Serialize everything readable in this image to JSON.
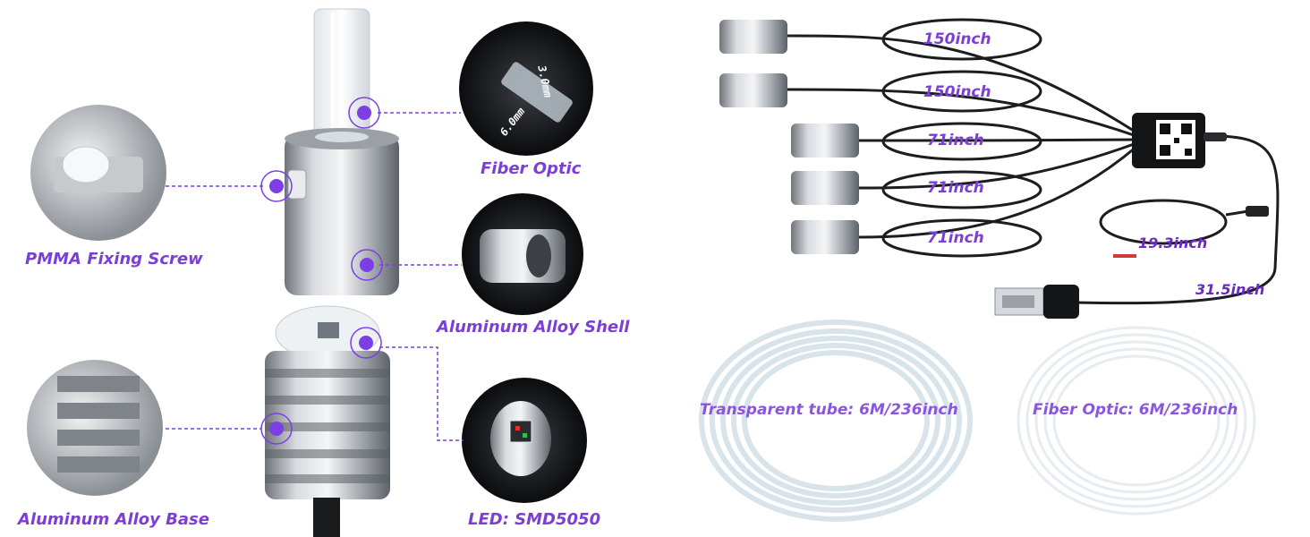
{
  "components": {
    "fiber_optic": "Fiber Optic",
    "pmma_screw": "PMMA Fixing Screw",
    "alloy_shell": "Aluminum Alloy Shell",
    "alloy_base": "Aluminum Alloy Base",
    "led": "LED: SMD5050",
    "dim_3mm": "3.0mm",
    "dim_6mm": "6.0mm"
  },
  "cables": {
    "c1": "150inch",
    "c2": "150inch",
    "c3": "71inch",
    "c4": "71inch",
    "c5": "71inch",
    "power_lead": "19.3inch",
    "usb_lead": "31.5inch"
  },
  "accessories": {
    "tube": "Transparent tube: 6M/236inch",
    "fiber": "Fiber Optic: 6M/236inch"
  },
  "colors": {
    "accent": "#7c3fd6",
    "dot": "#7b3fe4",
    "metal": "#b8bcc2"
  }
}
